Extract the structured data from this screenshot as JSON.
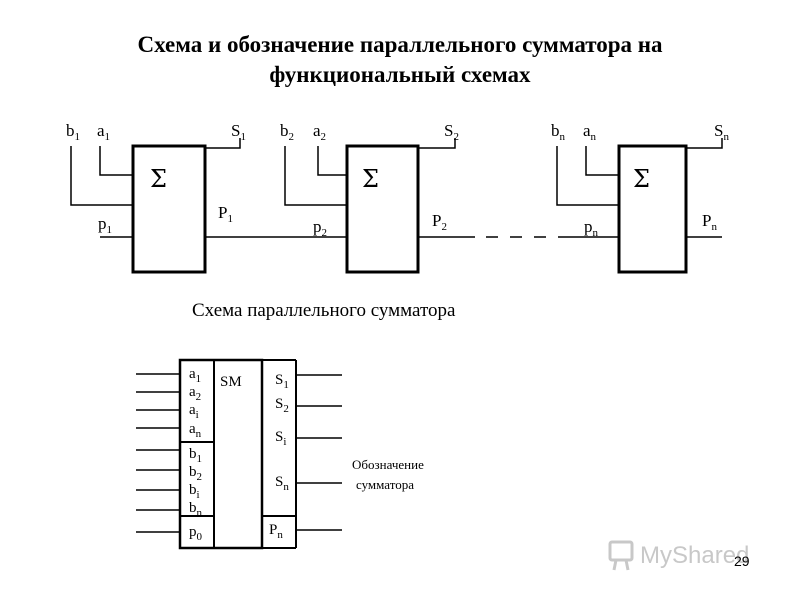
{
  "slide": {
    "title_line1": "Схема и обозначение параллельного сумматора на",
    "title_line2": "функциональный схемах",
    "page_number": "29"
  },
  "parallel_adder": {
    "caption": "Схема параллельного сумматора",
    "block_symbol": "Σ",
    "stages": [
      {
        "b": "b",
        "b_sub": "1",
        "a": "a",
        "a_sub": "1",
        "s": "S",
        "s_sub": "1",
        "p_in": "p",
        "p_in_sub": "1",
        "p_out": "P",
        "p_out_sub": "1"
      },
      {
        "b": "b",
        "b_sub": "2",
        "a": "a",
        "a_sub": "2",
        "s": "S",
        "s_sub": "2",
        "p_in": "p",
        "p_in_sub": "2",
        "p_out": "P",
        "p_out_sub": "2"
      },
      {
        "b": "b",
        "b_sub": "n",
        "a": "a",
        "a_sub": "n",
        "s": "S",
        "s_sub": "n",
        "p_in": "p",
        "p_in_sub": "n",
        "p_out": "P",
        "p_out_sub": "n"
      }
    ]
  },
  "adder_symbol": {
    "block_label": "SM",
    "a_inputs": [
      {
        "base": "a",
        "sub": "1"
      },
      {
        "base": "a",
        "sub": "2"
      },
      {
        "base": "a",
        "sub": "i"
      },
      {
        "base": "a",
        "sub": "n"
      }
    ],
    "b_inputs": [
      {
        "base": "b",
        "sub": "1"
      },
      {
        "base": "b",
        "sub": "2"
      },
      {
        "base": "b",
        "sub": "i"
      },
      {
        "base": "b",
        "sub": "n"
      }
    ],
    "carry_in": {
      "base": "p",
      "sub": "0"
    },
    "outputs": [
      {
        "base": "S",
        "sub": "1"
      },
      {
        "base": "S",
        "sub": "2"
      },
      {
        "base": "S",
        "sub": "i"
      },
      {
        "base": "S",
        "sub": "n"
      }
    ],
    "carry_out": {
      "base": "P",
      "sub": "n"
    },
    "note_line1": "Обозначение",
    "note_line2": "сумматора"
  }
}
